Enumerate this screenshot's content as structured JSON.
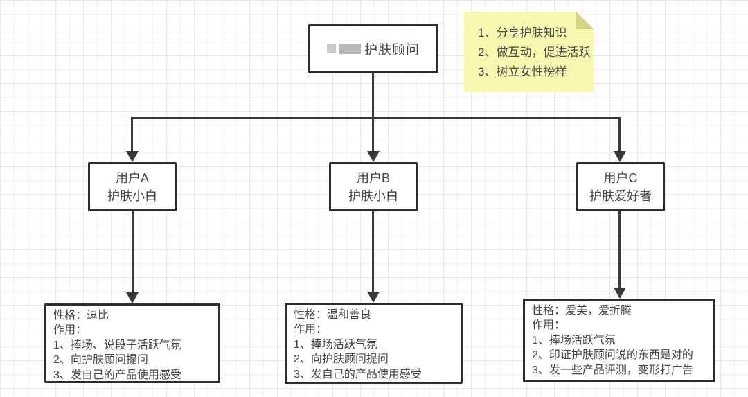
{
  "advisor_box": {
    "label": "护肤顾问",
    "redacted_prefix": true
  },
  "note": {
    "lines": [
      "1、分享护肤知识",
      "2、做互动，促进活跃",
      "3、树立女性榜样"
    ]
  },
  "users": [
    {
      "name": "用户A",
      "role": "护肤小白",
      "traits": [
        "性格：逗比",
        "作用：",
        "1、捧场、说段子活跃气氛",
        "2、向护肤顾问提问",
        "3、发自己的产品使用感受"
      ]
    },
    {
      "name": "用户B",
      "role": "护肤小白",
      "traits": [
        "性格：温和善良",
        "作用：",
        "1、捧场活跃气氛",
        "2、向护肤顾问提问",
        "3、发自己的产品使用感受"
      ]
    },
    {
      "name": "用户C",
      "role": "护肤爱好者",
      "traits": [
        "性格：爱美，爱折腾",
        "作用：",
        "1、捧场活跃气氛",
        "2、印证护肤顾问说的东西是对的",
        "3、发一些产品评测，变形打广告"
      ]
    }
  ],
  "colors": {
    "connector": "#3a3a3a",
    "box_border": "#2d2d2d",
    "note_bg": "#f8f8b0",
    "note_fold": "#d4d483",
    "text": "#454545",
    "grid_line": "#ececf0"
  }
}
